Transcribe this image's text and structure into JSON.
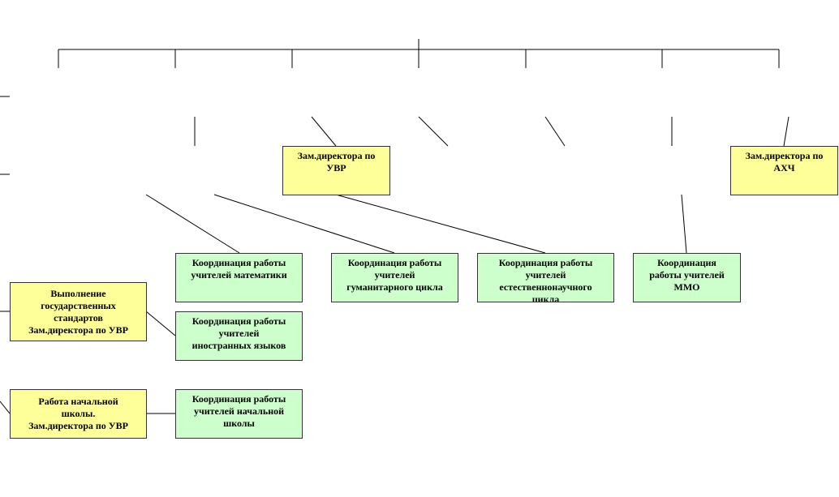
{
  "colors": {
    "yellow_box": "#ffff99",
    "green_box": "#ccffcc",
    "line": "#000000",
    "border": "#333333"
  },
  "boxes": {
    "deputy_uvr": "Зам.директора по\nУВР",
    "deputy_ahch": "Зам.директора по\nАХЧ",
    "state_standards": "Выполнение\nгосударственных\nстандартов\nЗам.директора по УВР",
    "primary_school": "Работа начальной\nшколы.\nЗам.директора по УВР",
    "coord_math": "Координация работы\nучителей математики",
    "coord_humanities": "Координация работы\nучителей\nгуманитарного цикла",
    "coord_science": "Координация работы\nучителей\nестественнонаучного\nцикла",
    "coord_mmo": "Координация\nработы учителей\nММО",
    "coord_foreign": "Координация работы\nучителей\nиностранных языков",
    "coord_primary": "Координация работы\nучителей начальной\nшколы"
  }
}
